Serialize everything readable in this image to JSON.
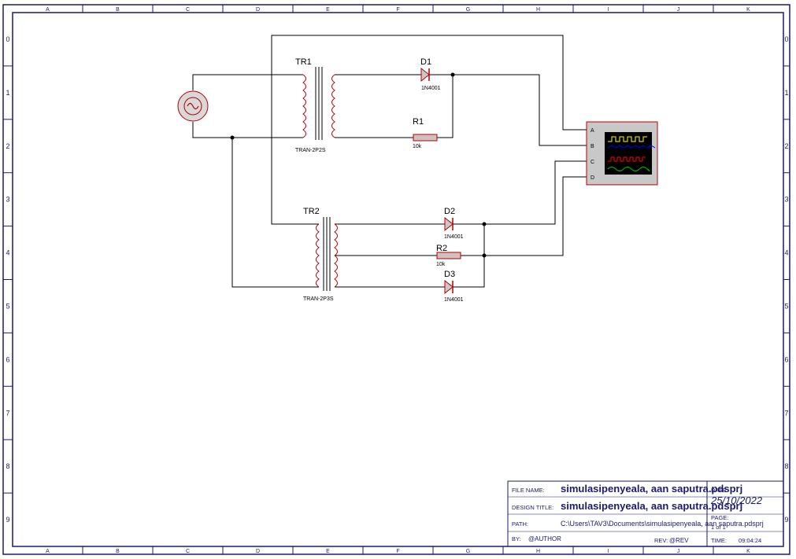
{
  "border": {
    "columns": [
      "A",
      "B",
      "C",
      "D",
      "E",
      "F",
      "G",
      "H",
      "I",
      "J",
      "K"
    ],
    "rows": [
      "0",
      "1",
      "2",
      "3",
      "4",
      "5",
      "6",
      "7",
      "8",
      "9"
    ]
  },
  "components": {
    "tr1": {
      "ref": "TR1",
      "value": "TRAN-2P2S"
    },
    "tr2": {
      "ref": "TR2",
      "value": "TRAN-2P3S"
    },
    "d1": {
      "ref": "D1",
      "value": "1N4001"
    },
    "d2": {
      "ref": "D2",
      "value": "1N4001"
    },
    "d3": {
      "ref": "D3",
      "value": "1N4001"
    },
    "r1": {
      "ref": "R1",
      "value": "10k"
    },
    "r2": {
      "ref": "R2",
      "value": "10k"
    },
    "scope": {
      "channels": [
        "A",
        "B",
        "C",
        "D"
      ],
      "trace_colors": [
        "#ffff00",
        "#0000ff",
        "#ff0000",
        "#00c000"
      ]
    }
  },
  "title_block": {
    "file_name_label": "FILE NAME:",
    "file_name": "simulasipenyeala, aan saputra.pdsprj",
    "design_title_label": "DESIGN TITLE:",
    "design_title": "simulasipenyeala, aan saputra.pdsprj",
    "path_label": "PATH:",
    "path": "C:\\Users\\TAV3\\Documents\\simulasipenyeala, aan saputra.pdsprj",
    "by_label": "BY:",
    "by": "@AUTHOR",
    "rev_label": "REV:",
    "rev": "@REV",
    "date_label": "DATE:",
    "date": "25/10/2022",
    "page_label": "PAGE:",
    "page": "1 of 1",
    "time_label": "TIME:",
    "time": "09:04:24"
  }
}
